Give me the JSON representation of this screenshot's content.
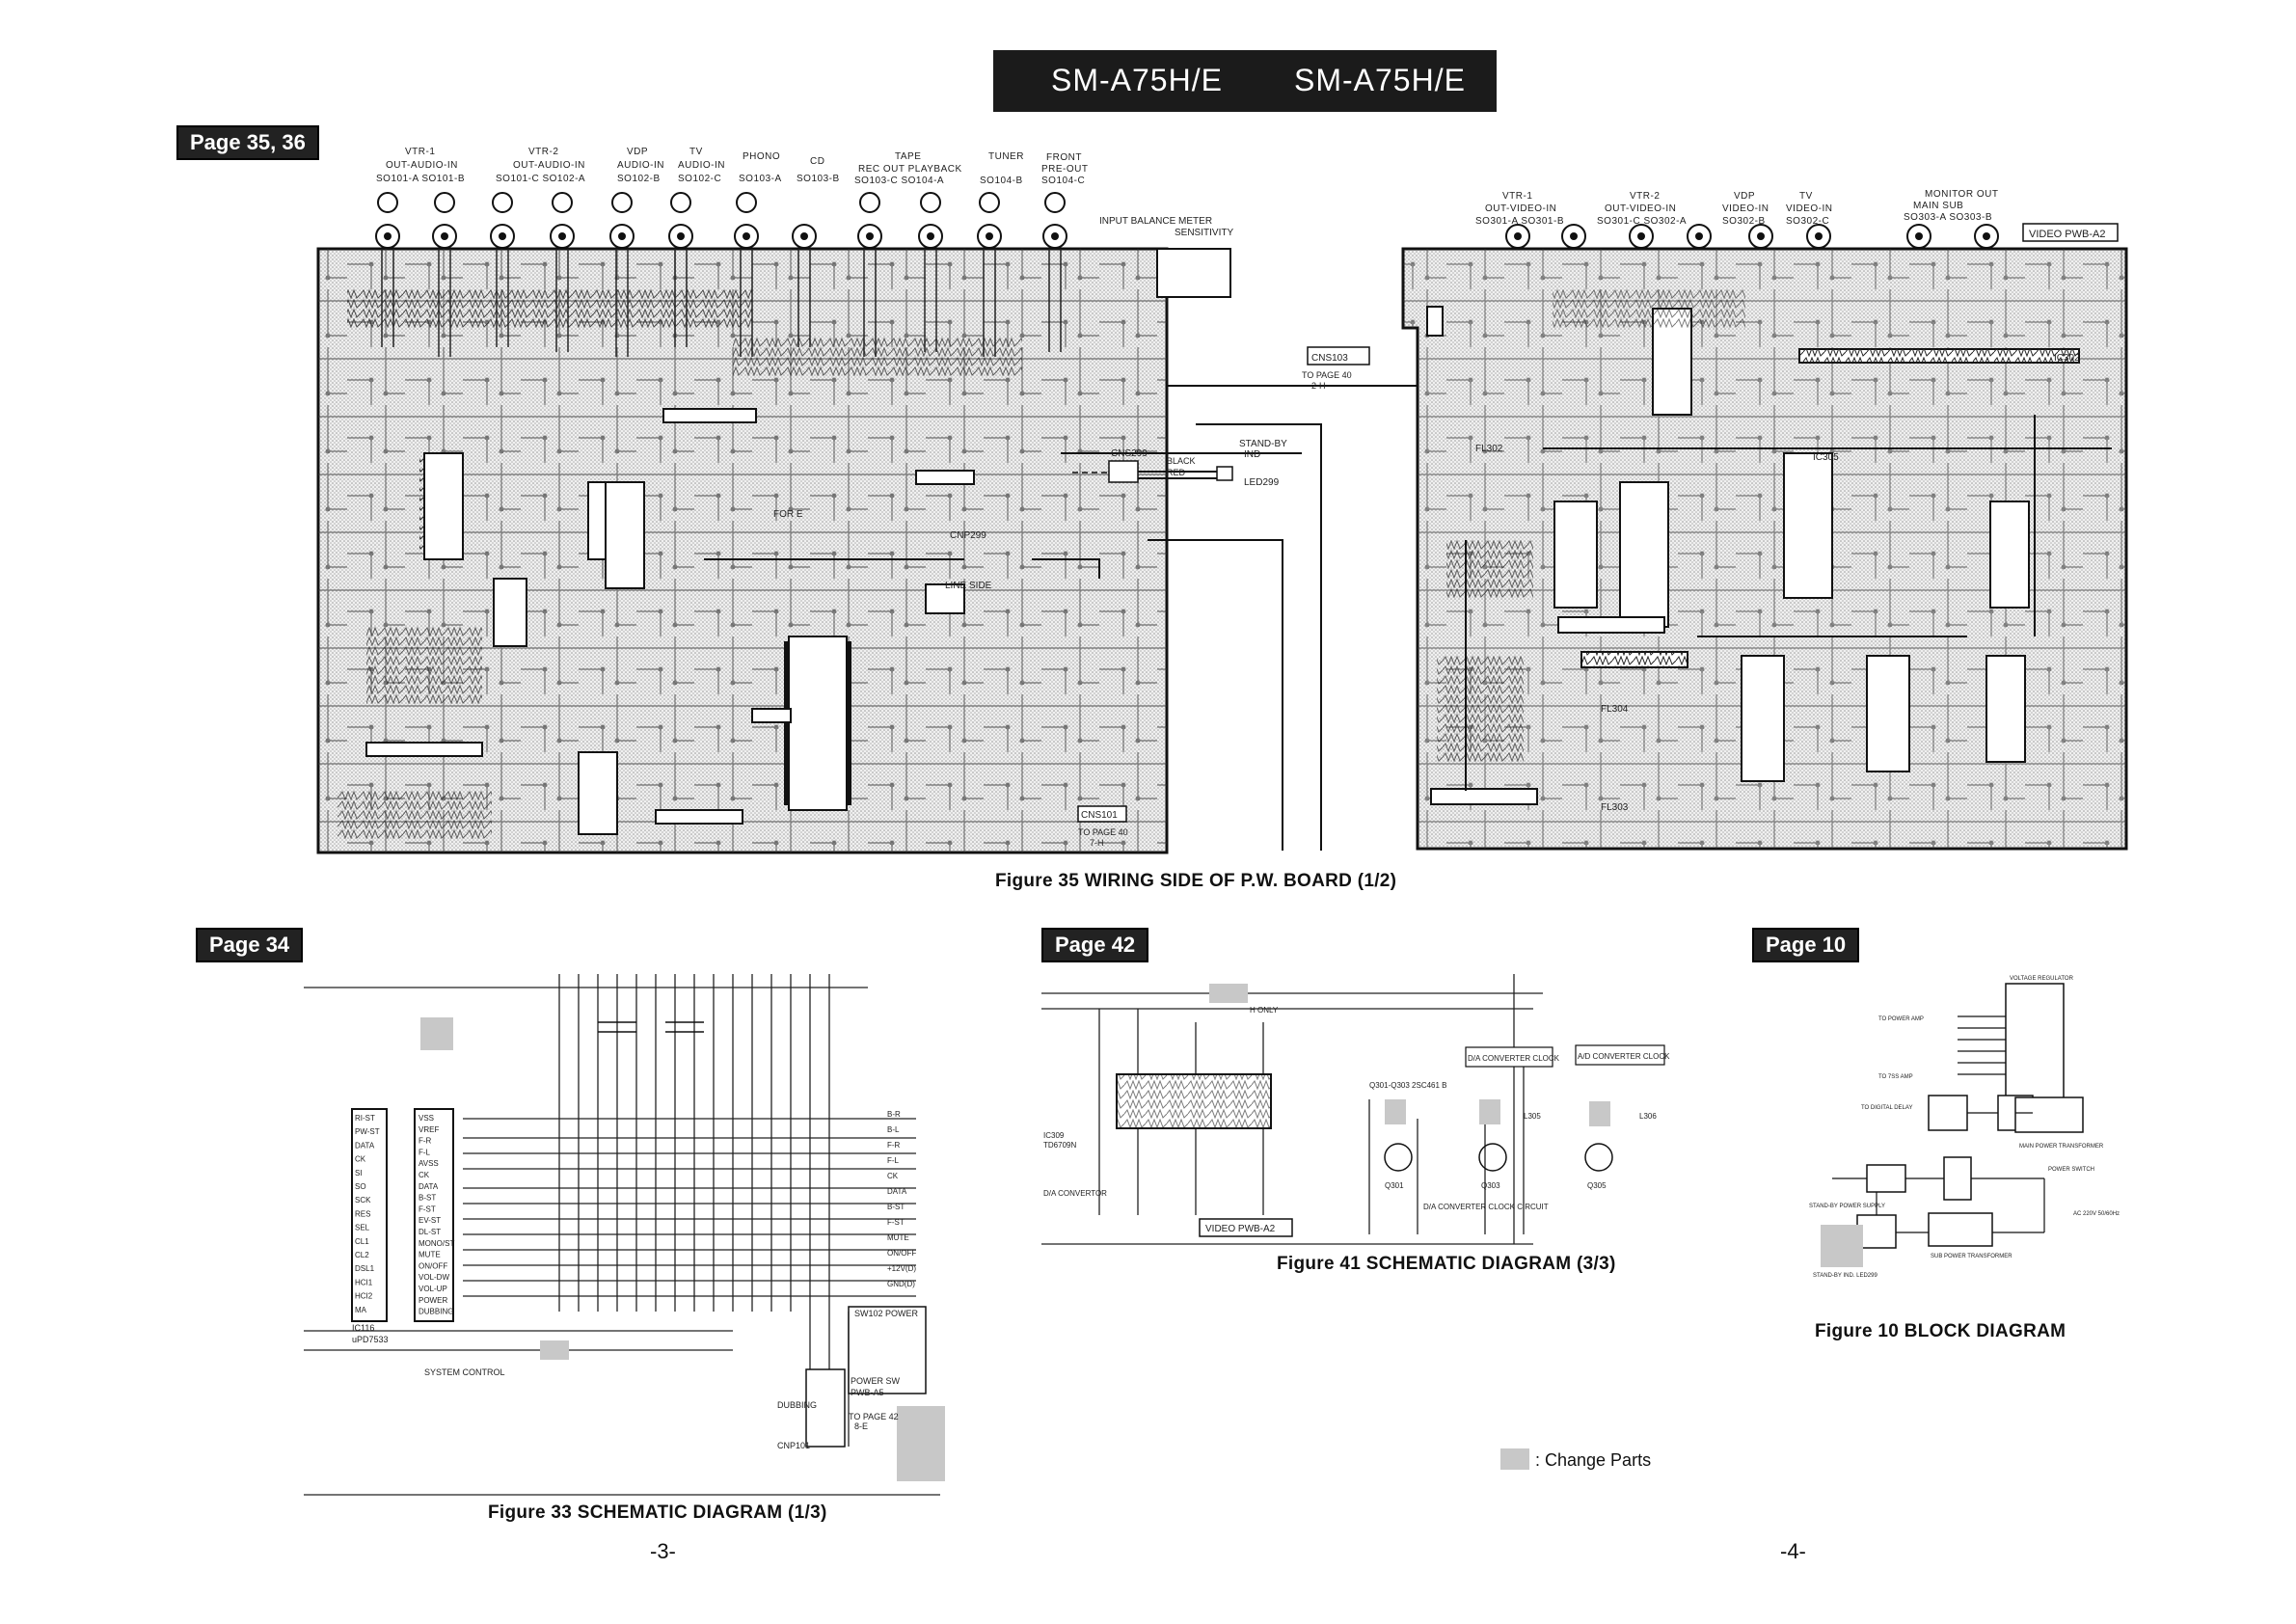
{
  "header": {
    "model_left": "SM-A75H/E",
    "model_right": "SM-A75H/E"
  },
  "page_tags": {
    "top_left": "Page 35, 36",
    "mid_left": "Page 34",
    "mid_center": "Page 42",
    "mid_right": "Page 10"
  },
  "figures": {
    "fig35": "Figure 35  WIRING SIDE OF P.W. BOARD (1/2)",
    "fig33": "Figure 33  SCHEMATIC DIAGRAM (1/3)",
    "fig41": "Figure 41  SCHEMATIC DIAGRAM (3/3)",
    "fig10": "Figure 10  BLOCK DIAGRAM"
  },
  "page_numbers": {
    "left": "-3-",
    "right": "-4-"
  },
  "legend": {
    "text": ": Change Parts"
  },
  "board_labels": {
    "input_balance": "INPUT BALANCE METER",
    "sensitivity": "SENSITIVITY",
    "video_pwb": "VIDEO PWB-A2",
    "cns103": "CNS103",
    "to_page_40_2h": "TO PAGE 40",
    "to_page_40_2h_b": "2-H",
    "cns101": "CNS101",
    "to_page_40_7h": "TO PAGE 40",
    "to_page_40_7h_b": "7-H",
    "cns299": "CNS299",
    "standby": "STAND-BY",
    "ind": "IND",
    "led299": "LED299",
    "black": "BLACK",
    "red": "RED",
    "cnp299": "CNP299",
    "for_e": "FOR E",
    "line_side": "LINE SIDE",
    "fl302": "FL302",
    "fl304": "FL304",
    "fl303": "FL303",
    "ic305": "IC305",
    "ic302": "IC302"
  },
  "jacks_left": [
    {
      "top": "VTR-1",
      "mid": "OUT-AUDIO-IN",
      "bot": "SO101-A   SO101-B"
    },
    {
      "top": "VTR-2",
      "mid": "OUT-AUDIO-IN",
      "bot": "SO101-C   SO102-A"
    },
    {
      "top": "VDP",
      "mid": "AUDIO-IN",
      "bot": "SO102-B"
    },
    {
      "top": "TV",
      "mid": "AUDIO-IN",
      "bot": "SO102-C"
    },
    {
      "top": "PHONO",
      "mid": "",
      "bot": "SO103-A"
    },
    {
      "top": "CD",
      "mid": "",
      "bot": "SO103-B"
    },
    {
      "top": "TAPE",
      "mid": "REC OUT  PLAYBACK",
      "bot": "SO103-C  SO104-A"
    },
    {
      "top": "TUNER",
      "mid": "",
      "bot": "SO104-B"
    },
    {
      "top": "FRONT",
      "mid": "PRE-OUT",
      "bot": "SO104-C"
    }
  ],
  "jacks_right": [
    {
      "top": "VTR-1",
      "mid": "OUT-VIDEO-IN",
      "bot": "SO301-A  SO301-B"
    },
    {
      "top": "VTR-2",
      "mid": "OUT-VIDEO-IN",
      "bot": "SO301-C  SO302-A"
    },
    {
      "top": "VDP",
      "mid": "VIDEO-IN",
      "bot": "SO302-B"
    },
    {
      "top": "TV",
      "mid": "VIDEO-IN",
      "bot": "SO302-C"
    },
    {
      "top": "MONITOR OUT",
      "mid": "MAIN    SUB",
      "bot": "SO303-A  SO303-B"
    }
  ],
  "schem33_labels": {
    "system_control": "SYSTEM CONTROL",
    "power_sw": "POWER SW",
    "pwb_a5": "PWB-A5",
    "to_page_42": "TO PAGE 42",
    "to_page_42_b": "8-E",
    "sw102": "SW102 POWER",
    "dubbing": "DUBBING",
    "cnp101": "CNP101",
    "ic116": "IC116",
    "upd7533": "uPD7533",
    "pins_left": [
      "RI-ST",
      "PW-ST",
      "DATA",
      "CK",
      "SI",
      "SO",
      "SCK",
      "RES",
      "SEL",
      "CL1",
      "CL2",
      "DSL1",
      "HCI1",
      "HCI2",
      "MA"
    ],
    "pins_right": [
      "VSS",
      "VREF",
      "F-R",
      "F-L",
      "AVSS",
      "CK",
      "DATA",
      "B-ST",
      "F-ST",
      "EV-ST",
      "DL-ST",
      "MONO/ST",
      "MUTE",
      "ON/OFF",
      "VOL-DW",
      "VOL-UP",
      "POWER",
      "DUBBING"
    ],
    "bus_labels": [
      "B-R",
      "B-L",
      "F-R",
      "F-L",
      "CK",
      "DATA",
      "B-ST",
      "F-ST",
      "MUTE",
      "ON/OFF",
      "+12V(D)",
      "GND(D)"
    ]
  },
  "schem41_labels": {
    "da_converter_clock": "D/A CONVERTER CLOCK",
    "ad_converter_clock": "A/D CONVERTER CLOCK",
    "da_converter_clock_circuit": "D/A CONVERTER CLOCK CIRCUIT",
    "q301_q303": "Q301-Q303 2SC461 B",
    "video_pwb": "VIDEO PWB-A2",
    "h_only": "H ONLY",
    "da_convertor": "D/A CONVERTOR",
    "ic309": "IC309",
    "td6709n": "TD6709N",
    "q301": "Q301",
    "q303": "Q303",
    "q305": "Q305",
    "l305": "L305",
    "l306": "L306"
  },
  "block10_labels": {
    "voltage_regulator": "VOLTAGE REGULATOR",
    "main_power_transformer": "MAIN POWER TRANSFORMER",
    "sub_power_transformer": "SUB POWER TRANSFORMER",
    "power_switch": "POWER SWITCH",
    "standby_power_supply": "STAND-BY POWER SUPPLY",
    "standby_ind": "STAND-BY IND. LED299",
    "ac_line": "AC 220V 50/60Hz",
    "to_power_amp": "TO POWER AMP",
    "to_digital_delay": "TO DIGITAL DELAY",
    "to_sw_amp": "TO 7SS AMP"
  }
}
